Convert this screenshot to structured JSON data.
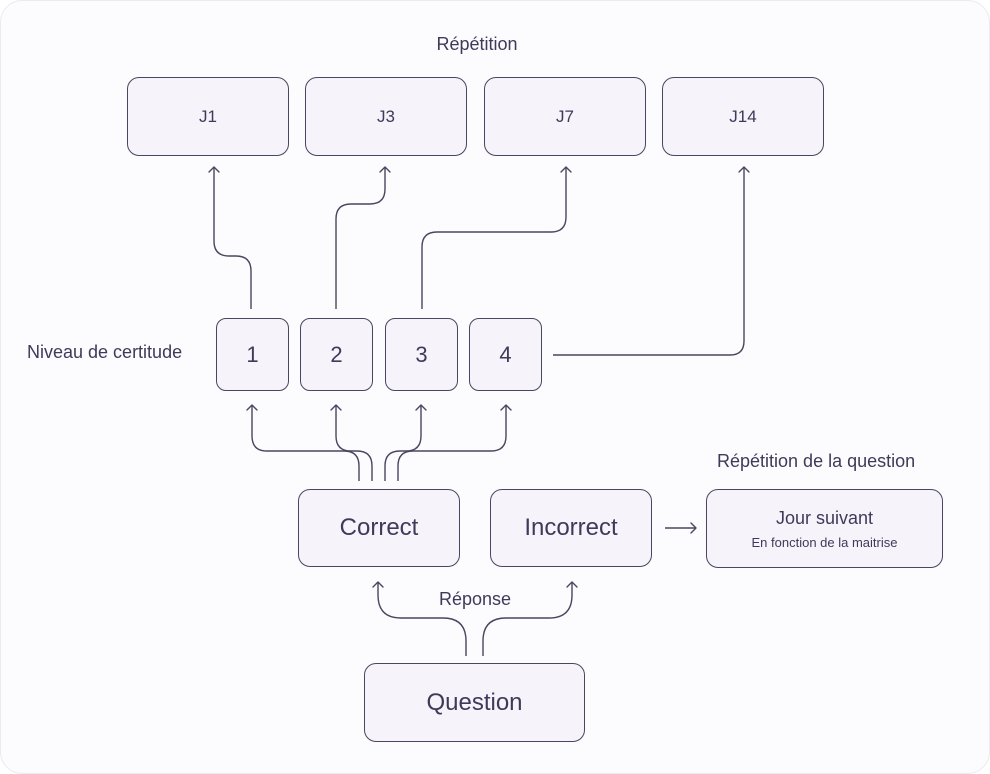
{
  "repetition": {
    "heading": "Répétition",
    "days": [
      "J1",
      "J3",
      "J7",
      "J14"
    ]
  },
  "certainty": {
    "label": "Niveau de certitude",
    "levels": [
      "1",
      "2",
      "3",
      "4"
    ]
  },
  "answers": {
    "correct": "Correct",
    "incorrect": "Incorrect",
    "response_label": "Réponse"
  },
  "question_repeat": {
    "heading": "Répétition de la question",
    "title": "Jour suivant",
    "subtitle": "En fonction de la maitrise"
  },
  "question": "Question",
  "colors": {
    "stroke": "#4a4560",
    "box_fill": "#f6f4fa",
    "text": "#3f3a5a",
    "background": "#fcfbfd"
  }
}
